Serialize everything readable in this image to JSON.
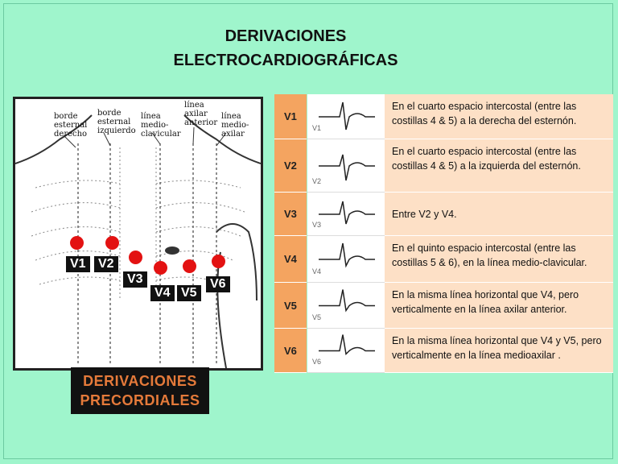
{
  "title": {
    "line1": "DERIVACIONES",
    "line2": "ELECTROCARDIOGRÁFICAS"
  },
  "diagram": {
    "line_labels": [
      {
        "text": "borde\nesternal\nderecho"
      },
      {
        "text": "borde\nesternal\nizquierdo"
      },
      {
        "text": "línea\nmedio-\nclavicular"
      },
      {
        "text": "línea\naxilar\nanterior"
      },
      {
        "text": "línea\nmedio-\naxilar"
      }
    ],
    "electrodes": [
      "V1",
      "V2",
      "V3",
      "V4",
      "V5",
      "V6"
    ],
    "caption": {
      "line1": "DERIVACIONES",
      "line2": "PRECORDIALES"
    }
  },
  "table": {
    "rows": [
      {
        "lead": "V1",
        "ecg_label": "V1",
        "text": "En el cuarto espacio intercostal (entre las costillas 4 & 5) a la derecha del esternón."
      },
      {
        "lead": "V2",
        "ecg_label": "V2",
        "text": "En el cuarto espacio intercostal (entre las costillas 4 & 5) a la izquierda del esternón."
      },
      {
        "lead": "V3",
        "ecg_label": "V3",
        "text": "Entre V2 y V4."
      },
      {
        "lead": "V4",
        "ecg_label": "V4",
        "text": "En el quinto espacio intercostal (entre las costillas 5 & 6), en la línea medio-clavicular."
      },
      {
        "lead": "V5",
        "ecg_label": "V5",
        "text": "En la misma línea horizontal que V4, pero verticalmente en la línea axilar anterior."
      },
      {
        "lead": "V6",
        "ecg_label": "V6",
        "text": "En la misma línea horizontal que V4 y V5, pero verticalmente en la línea medioaxilar ."
      }
    ]
  },
  "colors": {
    "background": "#9ff5cc",
    "lead_cell": "#f4a460",
    "text_cell": "#fde0c6",
    "electrode": "#e31212",
    "caption_text": "#e57a3a"
  }
}
